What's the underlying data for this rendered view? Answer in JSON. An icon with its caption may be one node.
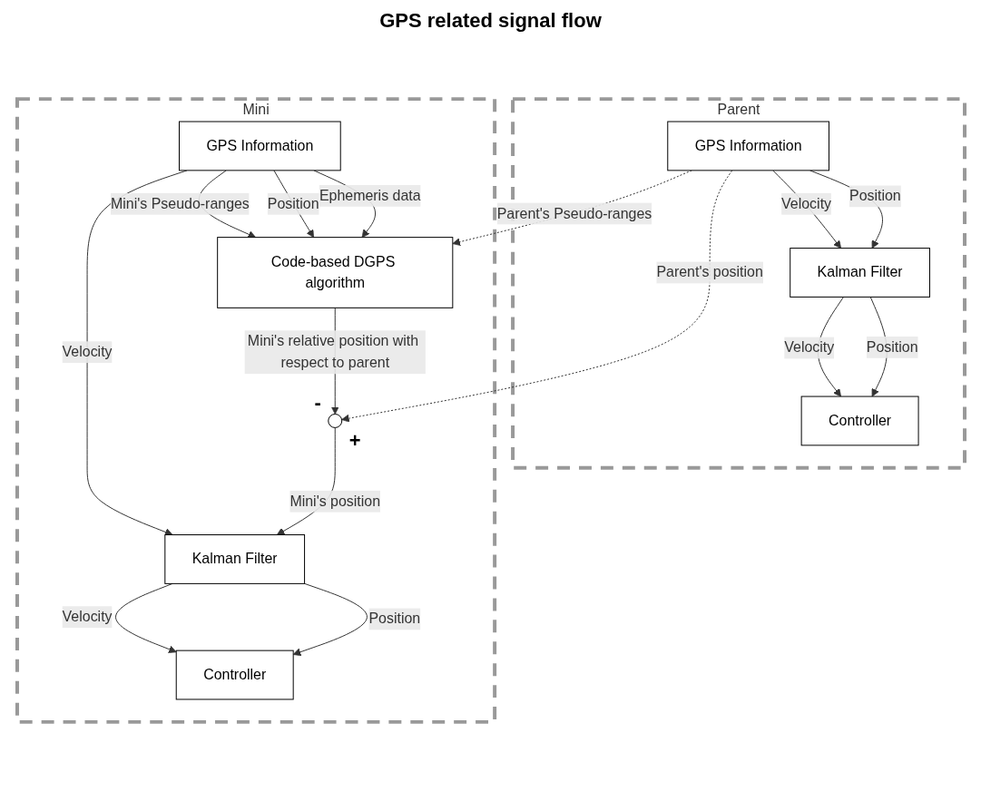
{
  "diagram": {
    "title": "GPS related signal flow",
    "nodes": [
      {
        "text": [
          "Parent"
        ]
      },
      {
        "text": [
          "GPS Information"
        ],
        "in": 0
      },
      {
        "text": [
          "Kalman Filter"
        ],
        "in": 0
      },
      {
        "text": [
          "Controller"
        ],
        "in": 0
      },
      {
        "text": [
          "Mini"
        ]
      },
      {
        "text": [
          "Code-based DGPS algorithm"
        ],
        "in": 4
      },
      {
        "text": [
          "GPS Information"
        ],
        "in": 4
      },
      {
        "text": [],
        "shape": "circle",
        "in": 4,
        "beside": [
          "-",
          "+"
        ]
      },
      {
        "text": [
          "Kalman Filter"
        ],
        "in": 4
      },
      {
        "text": [
          "Controller"
        ],
        "in": 4
      }
    ],
    "edges": [
      {
        "from": 1,
        "to": 2,
        "arrow": "to",
        "label": "Velocity"
      },
      {
        "from": 1,
        "to": 2,
        "arrow": "to",
        "label": "Position"
      },
      {
        "from": 2,
        "to": 3,
        "arrow": "to",
        "label": "Velocity"
      },
      {
        "from": 2,
        "to": 3,
        "arrow": "to",
        "label": "Position"
      },
      {
        "from": 1,
        "to": 5,
        "arrow": "to",
        "label": "Parent's Pseudo-ranges",
        "style": "dashed"
      },
      {
        "from": 1,
        "to": 7,
        "arrow": "to",
        "label": "Parent's position",
        "style": "dashed"
      },
      {
        "from": 6,
        "to": 5,
        "arrow": "to",
        "label": "Mini's Pseudo-ranges"
      },
      {
        "from": 6,
        "to": 5,
        "arrow": "to",
        "label": "Position"
      },
      {
        "from": 6,
        "to": 5,
        "arrow": "to",
        "label": "Ephemeris data"
      },
      {
        "from": 5,
        "to": 7,
        "arrow": "to",
        "label": "Mini's relative position with respect to parent"
      },
      {
        "from": 6,
        "to": 8,
        "arrow": "to",
        "label": "Velocity"
      },
      {
        "from": 7,
        "to": 8,
        "arrow": "to",
        "label": "Mini's position"
      },
      {
        "from": 8,
        "to": 9,
        "arrow": "to",
        "label": "Velocity"
      },
      {
        "from": 8,
        "to": 9,
        "arrow": "to",
        "label": "Position"
      }
    ]
  }
}
